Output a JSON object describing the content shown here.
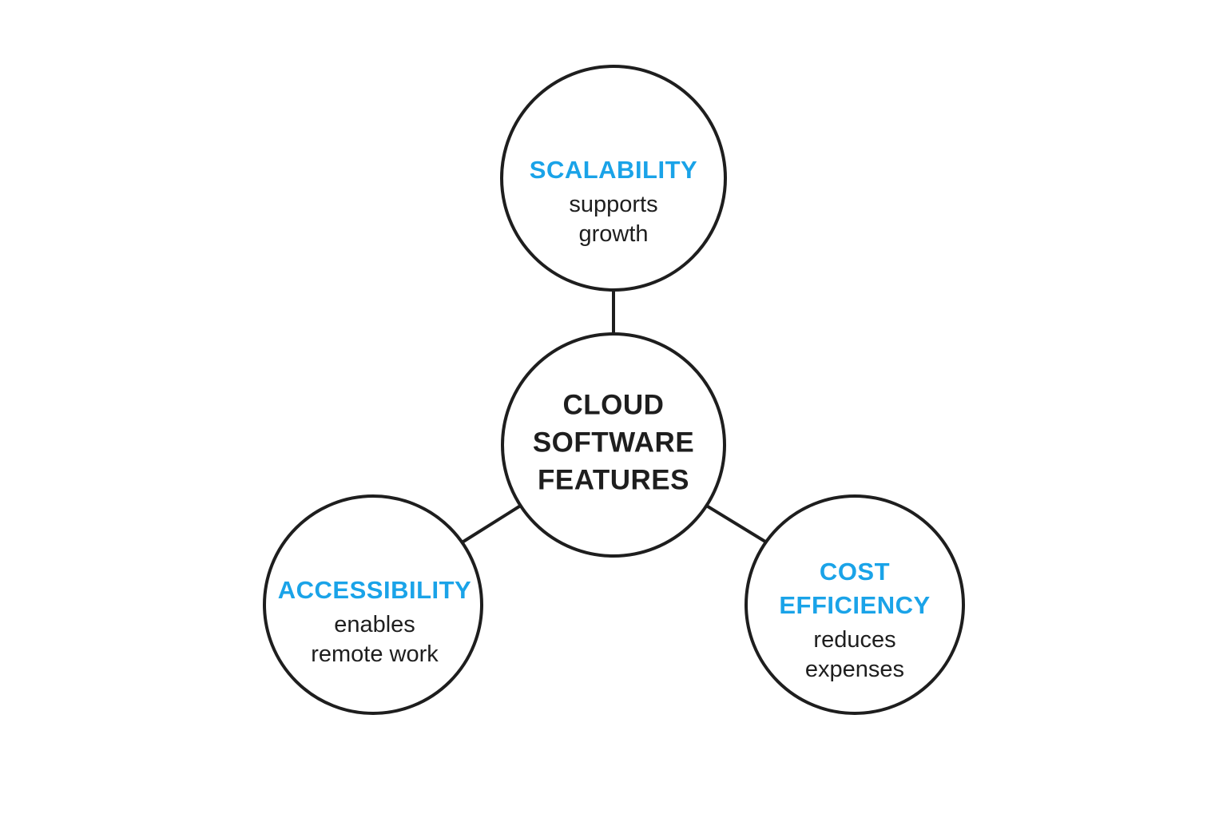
{
  "accent_color": "#1AA3E8",
  "text_color": "#1E1E1E",
  "center": {
    "title_lines": [
      "CLOUD",
      "SOFTWARE",
      "FEATURES"
    ]
  },
  "features": [
    {
      "title_lines": [
        "SCALABILITY"
      ],
      "description_lines": [
        "supports",
        "growth"
      ]
    },
    {
      "title_lines": [
        "ACCESSIBILITY"
      ],
      "description_lines": [
        "enables",
        "remote work"
      ]
    },
    {
      "title_lines": [
        "COST",
        "EFFICIENCY"
      ],
      "description_lines": [
        "reduces",
        "expenses"
      ]
    }
  ]
}
